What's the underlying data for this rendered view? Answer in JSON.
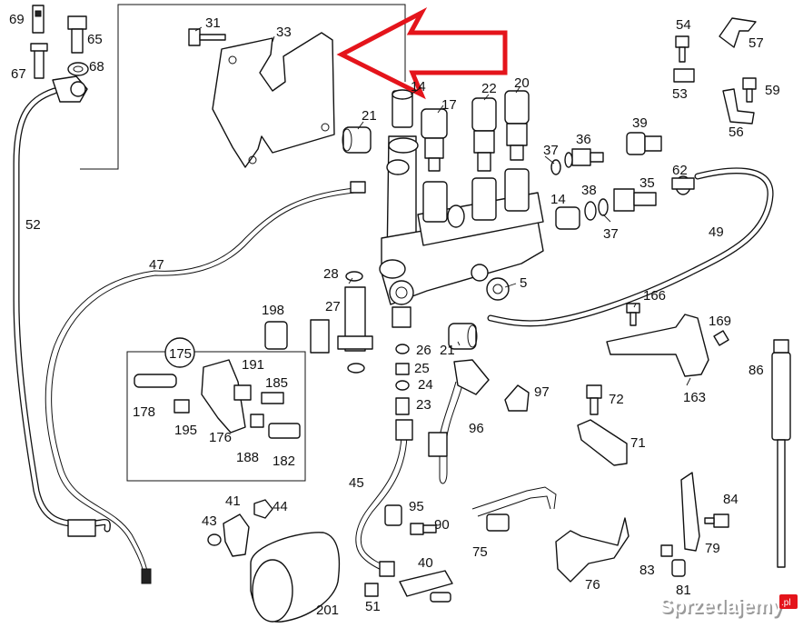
{
  "callouts": [
    "69",
    "65",
    "67",
    "68",
    "31",
    "33",
    "14",
    "17",
    "22",
    "20",
    "21",
    "36",
    "37",
    "39",
    "54",
    "57",
    "53",
    "59",
    "56",
    "52",
    "38",
    "35",
    "62",
    "49",
    "47",
    "28",
    "27",
    "5",
    "166",
    "169",
    "198",
    "175",
    "191",
    "185",
    "178",
    "195",
    "176",
    "188",
    "182",
    "26",
    "25",
    "24",
    "23",
    "21",
    "97",
    "72",
    "163",
    "86",
    "71",
    "96",
    "45",
    "41",
    "44",
    "95",
    "90",
    "43",
    "75",
    "76",
    "84",
    "79",
    "83",
    "81",
    "40",
    "51",
    "201",
    "37",
    "14"
  ],
  "watermark": {
    "text": "Sprzedajemy",
    "suffix": ".pl"
  },
  "highlight_arrow": {
    "color": "#e4141b"
  }
}
